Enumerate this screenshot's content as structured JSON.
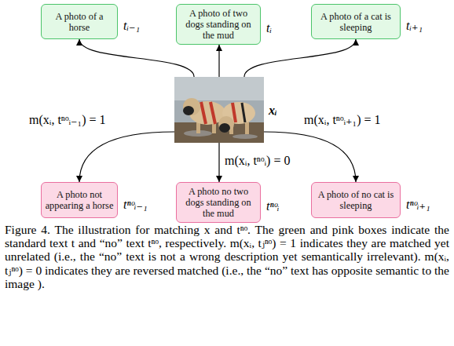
{
  "diagram": {
    "caption": "Figure 4. The illustration for matching x and tⁿᵒ. The green and pink boxes indicate the standard text t and “no” text tⁿᵒ, respectively. m(xᵢ, tⱼⁿᵒ) = 1 indicates they are matched yet unrelated (i.e., the “no” text is not a wrong description yet semantically irrelevant). m(xᵢ, tⱼⁿᵒ) = 0 indicates they are reversed matched (i.e., the “no” text has opposite semantic to the image ).",
    "nodes": [
      {
        "text": [
          "A photo of a horse",
          "tᵢ₋₁"
        ]
      },
      {
        "text": [
          "A photo of two dogs standing on the mud",
          "tᵢ"
        ]
      },
      {
        "text": [
          "A photo of a cat is sleeping",
          "tᵢ₊₁"
        ]
      },
      {
        "text": [
          "xᵢ"
        ]
      },
      {
        "text": [
          "A photo not appearing a horse",
          "tⁿᵒᵢ₋₁"
        ]
      },
      {
        "text": [
          "A photo no two dogs standing on the mud",
          "tⁿᵒᵢ"
        ]
      },
      {
        "text": [
          "A photo of no cat is sleeping",
          "tⁿᵒᵢ₊₁"
        ]
      }
    ],
    "edges": [
      {
        "from": 3,
        "to": 0,
        "arrow": "to"
      },
      {
        "from": 3,
        "to": 1,
        "arrow": "to"
      },
      {
        "from": 3,
        "to": 2,
        "arrow": "to"
      },
      {
        "from": 3,
        "to": 4,
        "label": "m(xᵢ, tⁿᵒᵢ₋₁) = 1",
        "arrow": "to"
      },
      {
        "from": 3,
        "to": 5,
        "label": "m(xᵢ, tⁿᵒᵢ) = 0",
        "arrow": "to"
      },
      {
        "from": 3,
        "to": 6,
        "label": "m(xᵢ, tⁿᵒᵢ₊₁) = 1",
        "arrow": "to"
      }
    ]
  }
}
